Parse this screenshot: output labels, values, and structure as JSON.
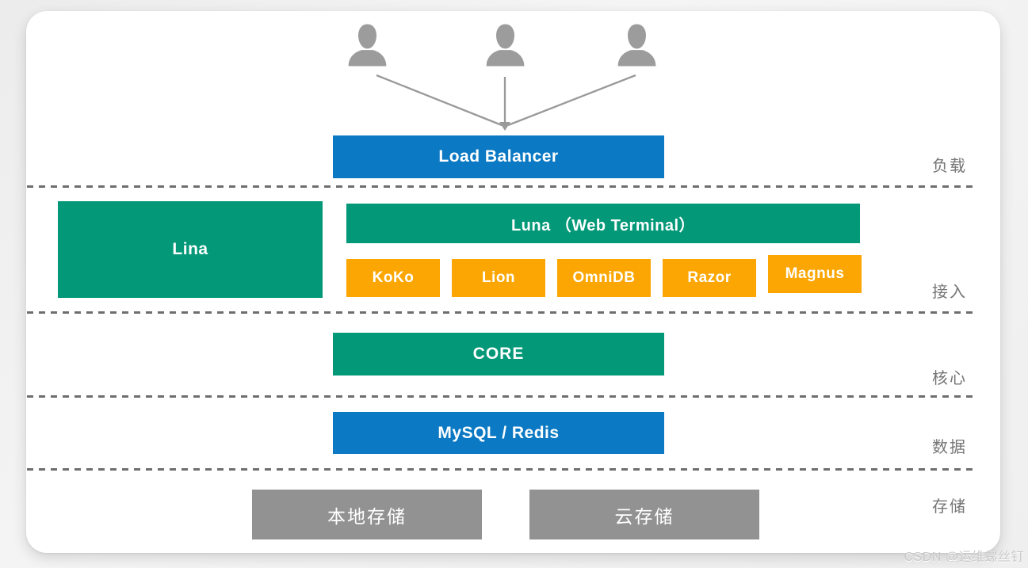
{
  "diagram": {
    "title_semantic": "JumpServer-style architecture diagram",
    "nodes": {
      "load_balancer": "Load Balancer",
      "lina": "Lina",
      "luna": "Luna （Web Terminal）",
      "components": [
        "KoKo",
        "Lion",
        "OmniDB",
        "Razor",
        "Magnus"
      ],
      "core": "CORE",
      "database": "MySQL / Redis",
      "local_storage": "本地存储",
      "cloud_storage": "云存储"
    },
    "layer_labels": [
      "负载",
      "接入",
      "核心",
      "数据",
      "存储"
    ],
    "user_count": 3
  },
  "watermark": "CSDN @运维螺丝钉",
  "colors": {
    "blue": "#0B79C3",
    "green": "#029878",
    "orange": "#FBA602",
    "gray_box": "#929292",
    "icon_gray": "#9C9C9C",
    "arrow": "#999999",
    "dash": "#6E6E6E",
    "label": "#757575",
    "watermark": "#C9C9C9"
  }
}
